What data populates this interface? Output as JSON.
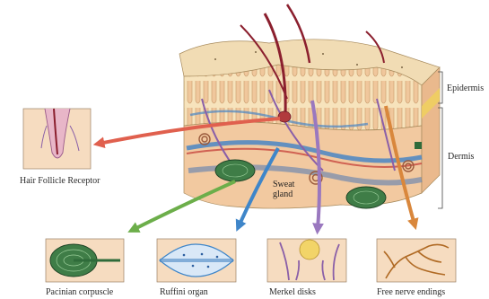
{
  "labels": {
    "epidermis": "Epidermis",
    "dermis": "Dermis",
    "sweat_gland_line1": "Sweat",
    "sweat_gland_line2": "gland",
    "hair_follicle_receptor": "Hair Follicle Receptor",
    "pacinian_corpuscle": "Pacinian corpuscle",
    "ruffini_organ": "Ruffini organ",
    "merkel_disks": "Merkel disks",
    "free_nerve_endings": "Free nerve endings"
  },
  "colors": {
    "skin_surface": "#f1dcb4",
    "epidermis": "#f7e3bc",
    "dermis": "#f2c9a0",
    "hair": "#8b1f2e",
    "nerve_purple": "#8a5fa8",
    "blood_vessel_blue": "#4a86c4",
    "pacinian_green": "#2f6b3a",
    "arrow_red": "#e0604e",
    "arrow_green": "#6cae4a",
    "arrow_blue": "#3f86c9",
    "arrow_purple": "#9a78bf",
    "arrow_orange": "#d9873c",
    "inset_background": "#f6dcc0"
  }
}
